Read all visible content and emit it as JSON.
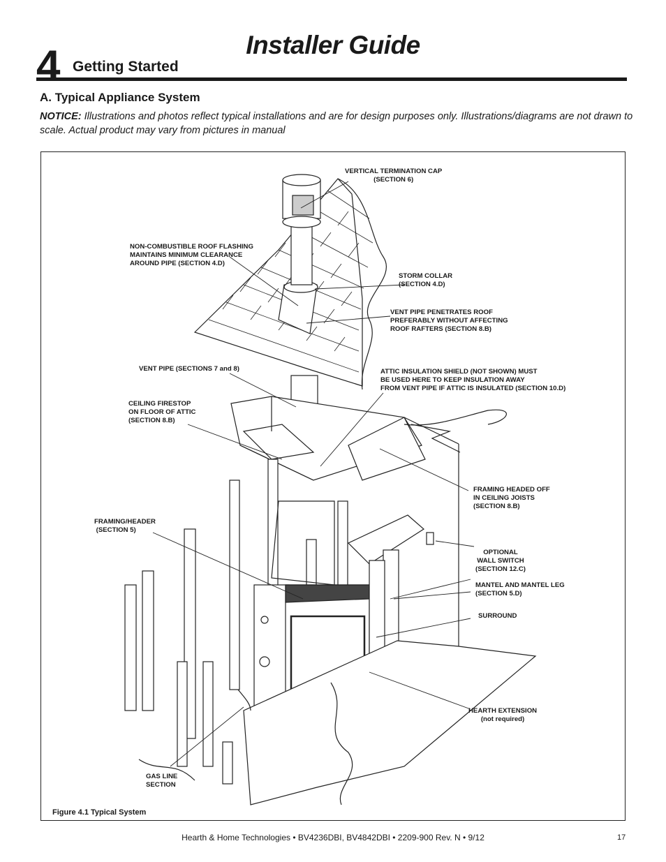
{
  "header": {
    "guide_title": "Installer Guide",
    "section_number": "4",
    "section_title": "Getting Started"
  },
  "section": {
    "subtitle": "A.  Typical Appliance System",
    "notice_label": "NOTICE:",
    "notice_text": "  Illustrations and photos reflect typical installations and are for design purposes only. Illustrations/diagrams are not drawn to scale. Actual product may vary from pictures in manual"
  },
  "figure": {
    "caption": "Figure 4.1  Typical System",
    "callouts": {
      "termination_cap": "VERTICAL TERMINATION CAP\n(SECTION 6)",
      "roof_flashing": "NON-COMBUSTIBLE ROOF FLASHING\nMAINTAINS MINIMUM CLEARANCE\nAROUND PIPE (SECTION 4.D)",
      "storm_collar": "STORM COLLAR\n(SECTION 4.D)",
      "vent_penetrates": "VENT PIPE PENETRATES ROOF\nPREFERABLY WITHOUT AFFECTING\nROOF RAFTERS (SECTION 8.B)",
      "vent_pipe": "VENT PIPE (SECTIONS 7 and 8)",
      "attic_shield": "ATTIC INSULATION SHIELD (NOT SHOWN) MUST\nBE USED HERE TO KEEP INSULATION AWAY\nFROM VENT PIPE IF ATTIC IS INSULATED (SECTION 10.D)",
      "ceiling_firestop": "CEILING FIRESTOP\nON FLOOR OF ATTIC\n(SECTION 8.B)",
      "framing_headed": "FRAMING HEADED OFF\nIN CEILING JOISTS\n(SECTION 8.B)",
      "framing_header": "FRAMING/HEADER\n (SECTION 5)",
      "wall_switch": "OPTIONAL\nWALL SWITCH\n(SECTION 12.C)",
      "mantel": "MANTEL AND MANTEL LEG\n(SECTION 5.D)",
      "surround": "SURROUND",
      "hearth": "HEARTH EXTENSION\n(not required)",
      "gas_line": "GAS LINE\nSECTION"
    }
  },
  "footer": {
    "text": "Hearth & Home Technologies  •  BV4236DBI, BV4842DBI  •  2209-900 Rev. N  •  9/12",
    "page_number": "17"
  }
}
